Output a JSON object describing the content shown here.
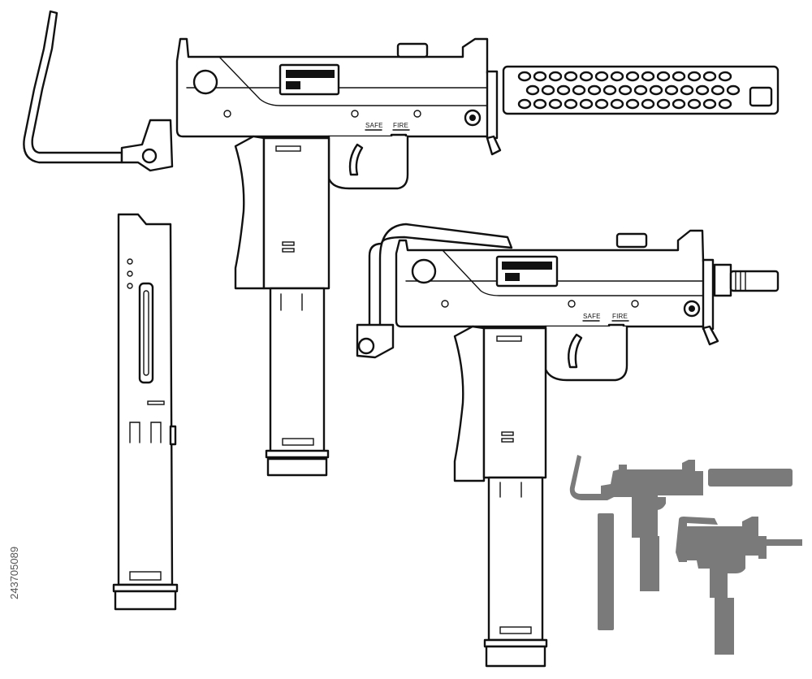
{
  "stock_id": "243705089",
  "selector_labels": {
    "safe": "SAFE",
    "fire": "FIRE"
  },
  "colors": {
    "line": "#111111",
    "fill": "#ffffff",
    "silhouette": "#7a7a7a",
    "watermark_text": "#555555"
  },
  "figures": [
    {
      "id": "smg-with-suppressor",
      "style": "outline"
    },
    {
      "id": "smg-without-suppressor",
      "style": "outline"
    },
    {
      "id": "magazine",
      "style": "outline"
    },
    {
      "id": "silhouettes",
      "style": "grey-fill"
    }
  ]
}
